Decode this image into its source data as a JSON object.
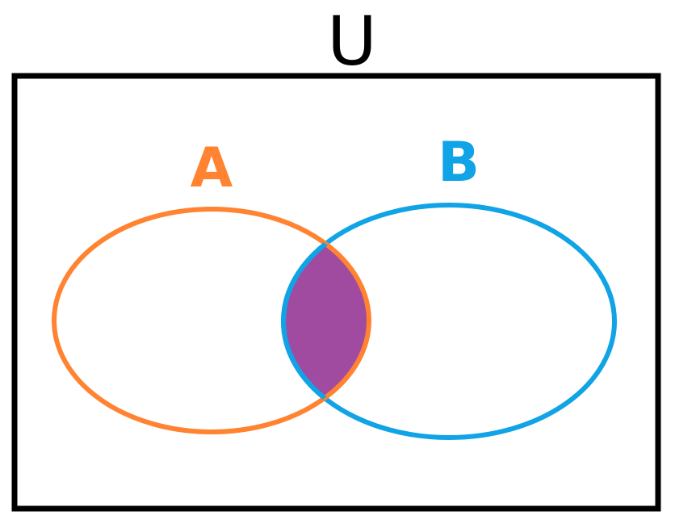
{
  "universe": {
    "label": "U",
    "border_color": "#000000"
  },
  "sets": [
    {
      "id": "a",
      "label": "A",
      "color": "#FF8330"
    },
    {
      "id": "b",
      "label": "B",
      "color": "#10A3E6"
    }
  ],
  "intersection": {
    "fill_color": "#A04BA0"
  }
}
